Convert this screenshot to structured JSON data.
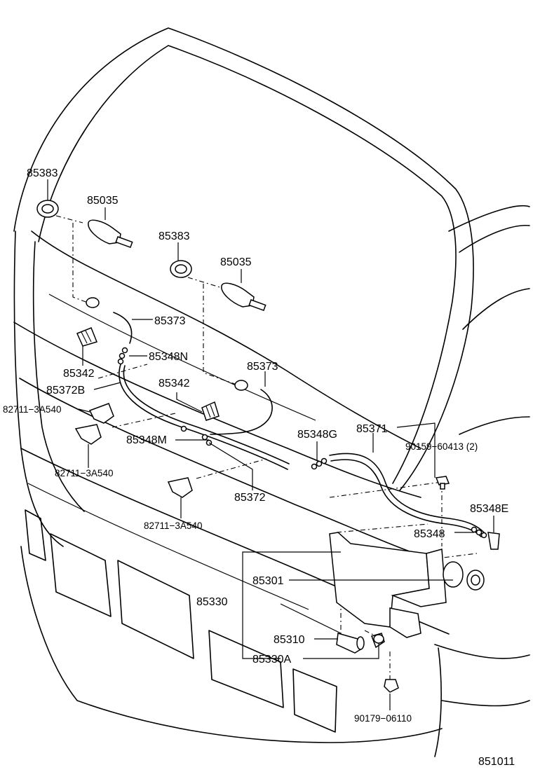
{
  "diagram_id": "851011",
  "labels": {
    "l85383a": "85383",
    "l85035a": "85035",
    "l85383b": "85383",
    "l85035b": "85035",
    "l85373a": "85373",
    "l85348N": "85348N",
    "l85342a": "85342",
    "l85373b": "85373",
    "l85372B": "85372B",
    "l85342b": "85342",
    "l82711a": "82711−3A540",
    "l85348G": "85348G",
    "l85371": "85371",
    "l90159": "90159−60413 (2)",
    "l85348M": "85348M",
    "l82711b": "82711−3A540",
    "l85372": "85372",
    "l85348E": "85348E",
    "l82711c": "82711−3A540",
    "l85348": "85348",
    "l85301": "85301",
    "l85330": "85330",
    "l85310": "85310",
    "l85330A": "85330A",
    "l90179": "90179−06110"
  }
}
